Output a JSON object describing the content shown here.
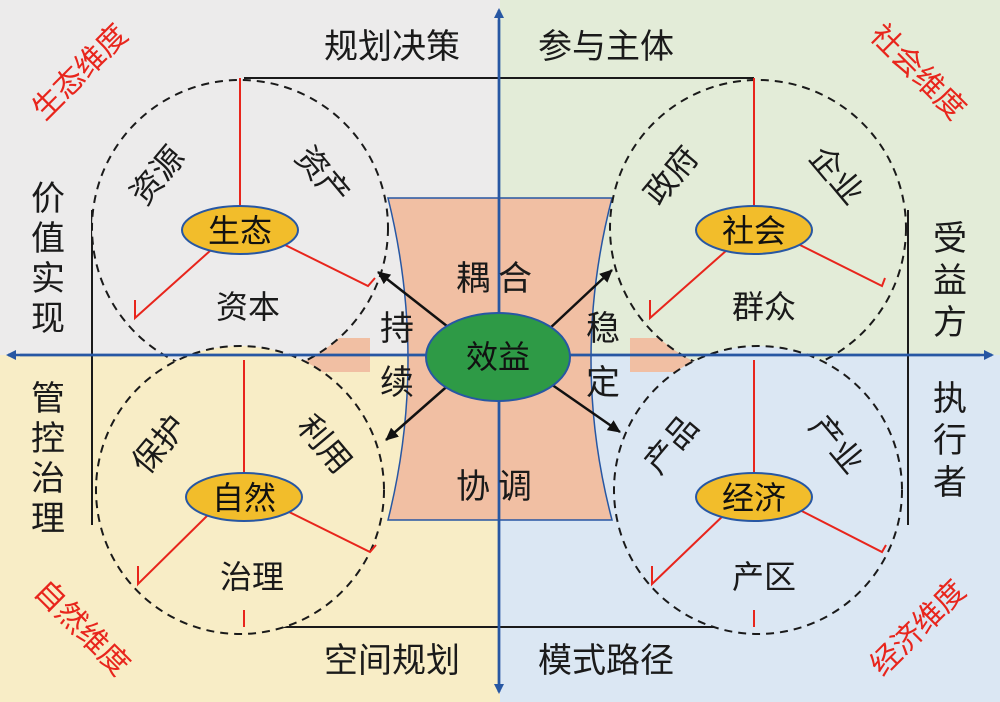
{
  "colors": {
    "q_top_left": "#ecebeb",
    "q_top_right": "#e3ecd8",
    "q_bottom_left": "#f8edc6",
    "q_bottom_right": "#dbe7f3",
    "center_region": "#f1bfa3",
    "axis": "#2757a3",
    "accent_red": "#e8251c",
    "hub_fill": "#f2bd2b",
    "center_fill": "#2e9a46"
  },
  "dimensions": {
    "ecological": "生态维度",
    "social": "社会维度",
    "natural": "自然维度",
    "economic": "经济维度"
  },
  "edge_labels": {
    "top_left": "规划决策",
    "top_right": "参与主体",
    "bottom_left": "空间规划",
    "bottom_right": "模式路径",
    "left_top": "价值实现",
    "left_bottom": "管控治理",
    "right_top": "受益方",
    "right_bottom": "执行者"
  },
  "center": {
    "label": "效益",
    "top": "耦合",
    "left": "持续",
    "right": "稳定",
    "bottom": "协调"
  },
  "circles": {
    "ecology": {
      "hub": "生态",
      "a": "资源",
      "b": "资产",
      "c": "资本"
    },
    "society": {
      "hub": "社会",
      "a": "政府",
      "b": "企业",
      "c": "群众"
    },
    "nature": {
      "hub": "自然",
      "a": "保护",
      "b": "利用",
      "c": "治理"
    },
    "economy": {
      "hub": "经济",
      "a": "产品",
      "b": "产业",
      "c": "产区"
    }
  }
}
